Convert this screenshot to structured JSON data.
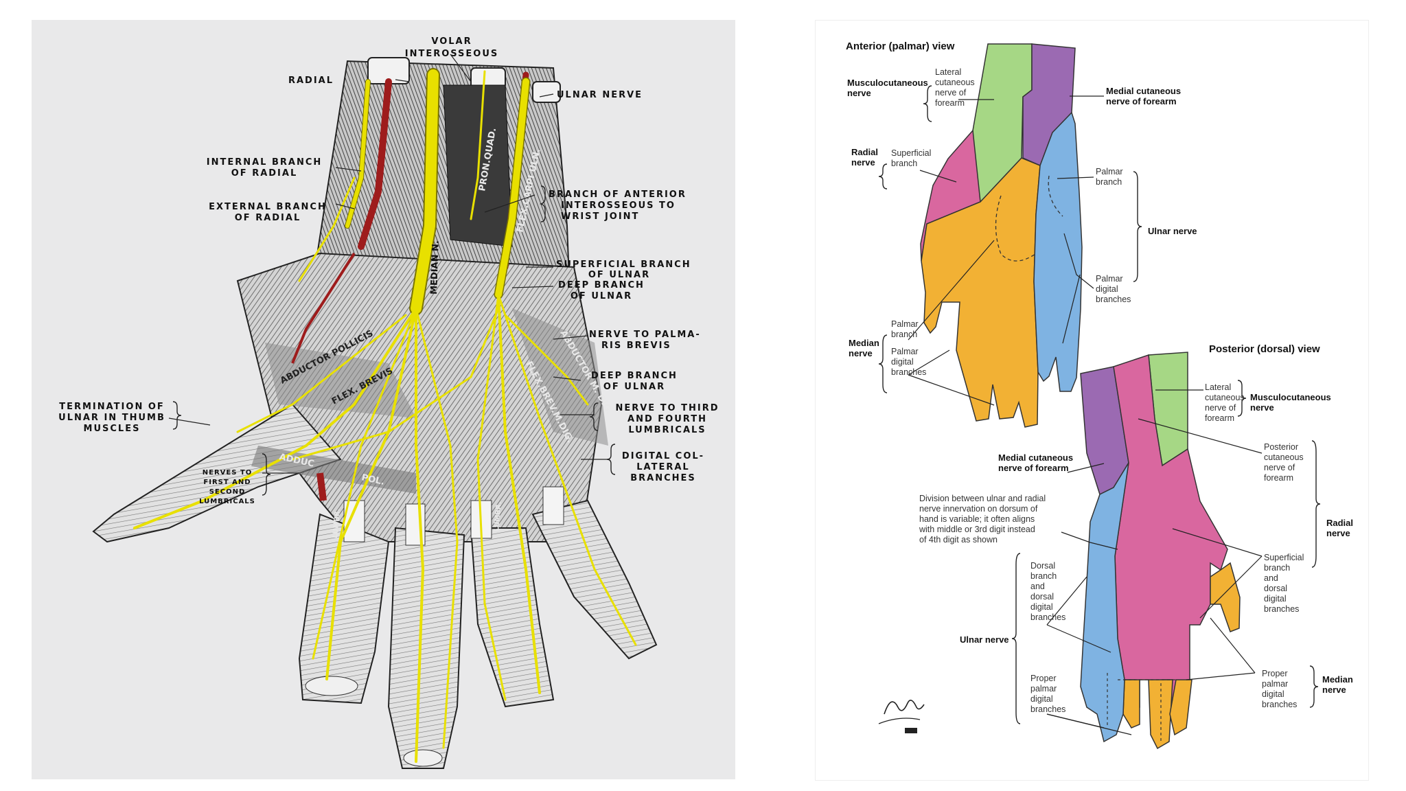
{
  "left_diagram": {
    "labels": {
      "volar": "VOLAR",
      "interosseous": "INTEROSSEOUS",
      "radial": "RADIAL",
      "ulnar_nerve": "ULNAR NERVE",
      "internal_branch_1": "INTERNAL BRANCH",
      "internal_branch_2": "OF RADIAL",
      "external_branch_1": "EXTERNAL BRANCH",
      "external_branch_2": "OF RADIAL",
      "branch_anterior_1": "BRANCH OF ANTERIOR",
      "branch_anterior_2": "INTEROSSEOUS TO",
      "branch_anterior_3": "WRIST JOINT",
      "superficial_ulnar_1": "SUPERFICIAL BRANCH",
      "superficial_ulnar_2": "OF ULNAR",
      "deep_ulnar_a_1": "DEEP BRANCH",
      "deep_ulnar_a_2": "OF ULNAR",
      "palmaris_1": "NERVE TO PALMA-",
      "palmaris_2": "RIS BREVIS",
      "deep_ulnar_b_1": "DEEP BRANCH",
      "deep_ulnar_b_2": "OF ULNAR",
      "termination_1": "TERMINATION OF",
      "termination_2": "ULNAR IN THUMB",
      "termination_3": "MUSCLES",
      "third_fourth_1": "NERVE TO THIRD",
      "third_fourth_2": "AND FOURTH",
      "third_fourth_3": "LUMBRICALS",
      "first_second_1": "NERVES TO",
      "first_second_2": "FIRST AND",
      "first_second_3": "SECOND",
      "first_second_4": "LUMBRICALS",
      "digital_1": "DIGITAL COL-",
      "digital_2": "LATERAL",
      "digital_3": "BRANCHES"
    },
    "muscle_labels": {
      "pron_quad": "PRON.QUAD.",
      "median_n": "MEDIAN N.",
      "flex_carpi_uln": "FLEX.CARPI ULN.",
      "abductor_pollicis": "ABDUCTOR POLLICIS",
      "flex_brevis": "FLEX. BREVIS",
      "abductor_minimi": "ABDUCTOR M. DIG.",
      "flex_brev_min": "FLEX.BREV.M.DIG.",
      "adduc": "ADDUC",
      "pol": "POL.",
      "lumbr": "LUMBR."
    },
    "colors": {
      "nerve": "#e8e000",
      "artery": "#9e1c1c",
      "background": "#e9e9ea"
    }
  },
  "right_diagram": {
    "anterior": {
      "title": "Anterior (palmar) view",
      "musculocutaneous_1": "Musculocutaneous",
      "musculocutaneous_2": "nerve",
      "lateral_cut_1": "Lateral",
      "lateral_cut_2": "cutaneous",
      "lateral_cut_3": "nerve of",
      "lateral_cut_4": "forearm",
      "medial_cut_1": "Medial cutaneous",
      "medial_cut_2": "nerve of forearm",
      "radial_1": "Radial",
      "radial_2": "nerve",
      "superficial_1": "Superficial",
      "superficial_2": "branch",
      "palmar_branch_u_1": "Palmar",
      "palmar_branch_u_2": "branch",
      "ulnar": "Ulnar nerve",
      "palmar_digital_u_1": "Palmar",
      "palmar_digital_u_2": "digital",
      "palmar_digital_u_3": "branches",
      "median_1": "Median",
      "median_2": "nerve",
      "palmar_branch_m_1": "Palmar",
      "palmar_branch_m_2": "branch",
      "palmar_digital_m_1": "Palmar",
      "palmar_digital_m_2": "digital",
      "palmar_digital_m_3": "branches"
    },
    "posterior": {
      "title": "Posterior (dorsal) view",
      "lateral_cut_1": "Lateral",
      "lateral_cut_2": "cutaneous",
      "lateral_cut_3": "nerve of",
      "lateral_cut_4": "forearm",
      "musculocutaneous_1": "Musculocutaneous",
      "musculocutaneous_2": "nerve",
      "medial_cut_1": "Medial cutaneous",
      "medial_cut_2": "nerve of forearm",
      "posterior_cut_1": "Posterior",
      "posterior_cut_2": "cutaneous",
      "posterior_cut_3": "nerve of",
      "posterior_cut_4": "forearm",
      "division_1": "Division between ulnar and radial",
      "division_2": "nerve innervation on dorsum of",
      "division_3": "hand is variable; it often aligns",
      "division_4": "with middle or 3rd digit instead",
      "division_5": "of 4th digit as shown",
      "radial_1": "Radial",
      "radial_2": "nerve",
      "superficial_1": "Superficial",
      "superficial_2": "branch",
      "superficial_3": "and",
      "superficial_4": "dorsal",
      "superficial_5": "digital",
      "superficial_6": "branches",
      "dorsal_1": "Dorsal",
      "dorsal_2": "branch",
      "dorsal_3": "and",
      "dorsal_4": "dorsal",
      "dorsal_5": "digital",
      "dorsal_6": "branches",
      "ulnar": "Ulnar nerve",
      "proper_u_1": "Proper",
      "proper_u_2": "palmar",
      "proper_u_3": "digital",
      "proper_u_4": "branches",
      "proper_m_1": "Proper",
      "proper_m_2": "palmar",
      "proper_m_3": "digital",
      "proper_m_4": "branches",
      "median_1": "Median",
      "median_2": "nerve"
    },
    "colors": {
      "musculocutaneous": "#a6d785",
      "medial_cutaneous": "#9b6ab2",
      "radial": "#d9679f",
      "ulnar": "#7fb3e2",
      "median": "#f2b134"
    }
  }
}
